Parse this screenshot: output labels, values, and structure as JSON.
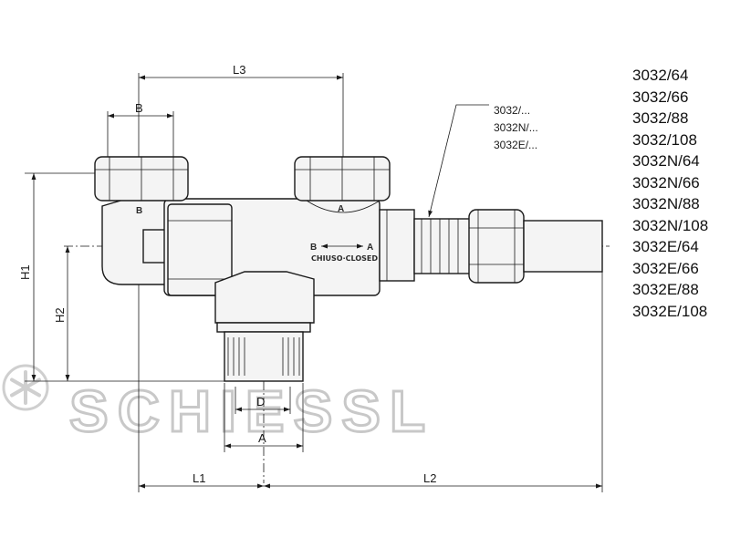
{
  "dimensions": {
    "l3": "L3",
    "b": "B",
    "h1": "H1",
    "h2": "H2",
    "d": "D",
    "a": "A",
    "l1": "L1",
    "l2": "L2"
  },
  "callout": [
    "3032/...",
    "3032N/...",
    "3032E/..."
  ],
  "variants": [
    "3032/64",
    "3032/66",
    "3032/88",
    "3032/108",
    "3032N/64",
    "3032N/66",
    "3032N/88",
    "3032N/108",
    "3032E/64",
    "3032E/66",
    "3032E/88",
    "3032E/108"
  ],
  "body_markings": {
    "port_b": "B",
    "port_a": "A",
    "flow_from": "B",
    "flow_to": "A",
    "engraving": "CHIUSO·CLOSED"
  },
  "watermark": "SCHIESSL"
}
